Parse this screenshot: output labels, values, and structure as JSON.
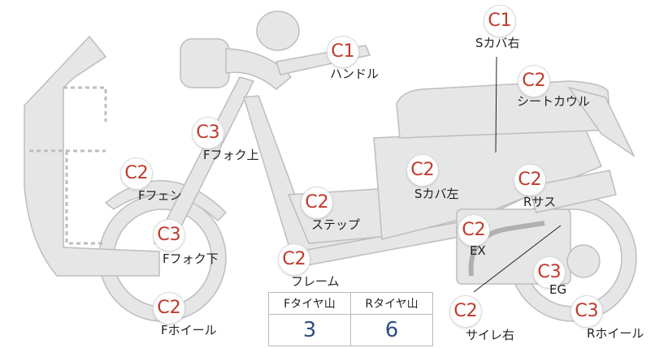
{
  "parts": [
    {
      "id": "s-cover-right",
      "grade": "C1",
      "label": "Sカバ右"
    },
    {
      "id": "handle",
      "grade": "C1",
      "label": "ハンドル"
    },
    {
      "id": "seat-cowl",
      "grade": "C2",
      "label": "シートカウル"
    },
    {
      "id": "f-fork-upper",
      "grade": "C3",
      "label": "Fフォク上"
    },
    {
      "id": "s-cover-left",
      "grade": "C2",
      "label": "Sカバ左"
    },
    {
      "id": "f-fender",
      "grade": "C2",
      "label": "Fフェン"
    },
    {
      "id": "r-suspension",
      "grade": "C2",
      "label": "Rサス"
    },
    {
      "id": "step",
      "grade": "C2",
      "label": "ステップ"
    },
    {
      "id": "exhaust",
      "grade": "C2",
      "label": "EX"
    },
    {
      "id": "f-fork-lower",
      "grade": "C3",
      "label": "Fフォク下"
    },
    {
      "id": "frame",
      "grade": "C2",
      "label": "フレーム"
    },
    {
      "id": "engine",
      "grade": "C3",
      "label": "EG"
    },
    {
      "id": "f-wheel",
      "grade": "C2",
      "label": "Fホイール"
    },
    {
      "id": "muffler-right",
      "grade": "C2",
      "label": "サイレ右"
    },
    {
      "id": "r-wheel",
      "grade": "C3",
      "label": "Rホイール"
    }
  ],
  "tread_table": {
    "front_header": "Fタイヤ山",
    "rear_header": "Rタイヤ山",
    "front_value": "3",
    "rear_value": "6"
  },
  "colors": {
    "part_fill": "#e6e6e6",
    "outline": "#bdbdbd",
    "grade_text": "#c0392b",
    "value_text": "#2f4f7f"
  }
}
